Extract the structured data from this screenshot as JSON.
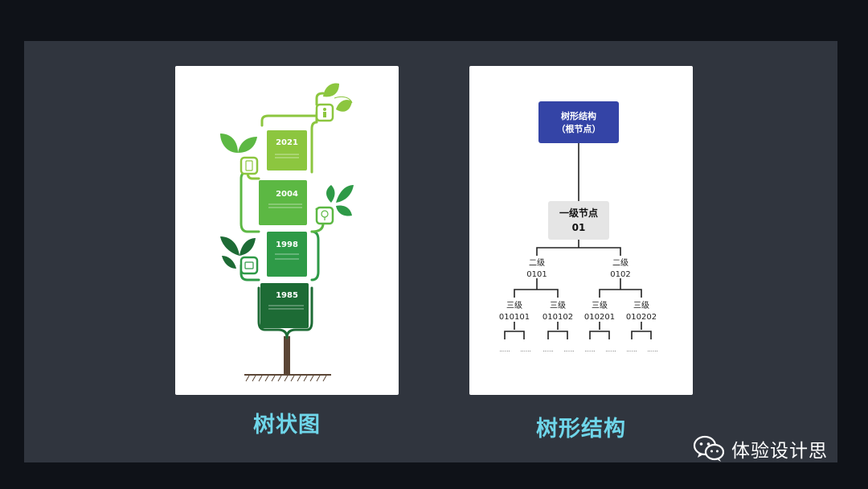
{
  "left_card": {
    "years": [
      "2021",
      "2004",
      "1998",
      "1985"
    ],
    "caption": "树状图"
  },
  "right_card": {
    "root": {
      "line1": "树形结构",
      "line2": "（根节点）"
    },
    "level1": {
      "line1": "一级节点",
      "line2": "01"
    },
    "level2": [
      {
        "line1": "二级",
        "line2": "0101"
      },
      {
        "line1": "二级",
        "line2": "0102"
      }
    ],
    "level3": [
      {
        "line1": "三级",
        "line2": "010101"
      },
      {
        "line1": "三级",
        "line2": "010102"
      },
      {
        "line1": "三级",
        "line2": "010201"
      },
      {
        "line1": "三级",
        "line2": "010202"
      }
    ],
    "ellipsis": "......",
    "caption": "树形结构"
  },
  "watermark": {
    "icon": "wechat-icon",
    "text": "体验设计思"
  },
  "colors": {
    "page_bg": "#0f1218",
    "slide_bg": "#30353e",
    "caption": "#6fd6ea",
    "root_node": "#3444a6",
    "level1_node": "#e5e5e5",
    "tree_greens": [
      "#8cc63f",
      "#5cb843",
      "#2e9a47",
      "#1d6b35"
    ],
    "trunk": "#5b4636"
  }
}
